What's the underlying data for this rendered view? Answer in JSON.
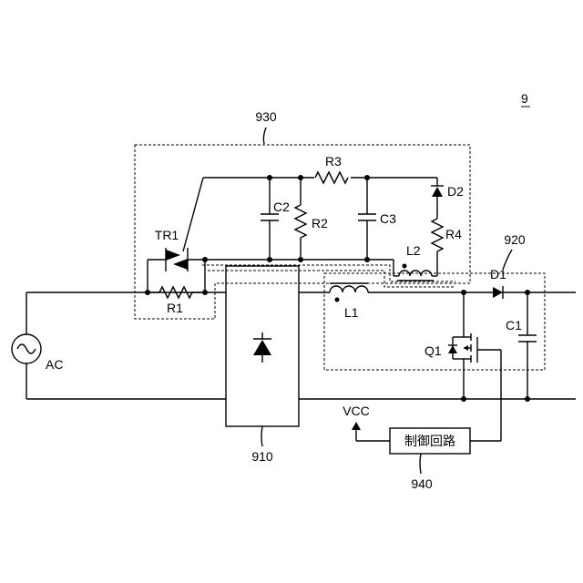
{
  "figure_number": "9",
  "blocks": {
    "rectifier": "910",
    "pfc": "920",
    "snubber": "930",
    "control": "940"
  },
  "control_label": "制御回路",
  "vcc_label": "VCC",
  "source_label": "AC",
  "components": {
    "tr1": "TR1",
    "r1": "R1",
    "r2": "R2",
    "r3": "R3",
    "r4": "R4",
    "c1": "C1",
    "c2": "C2",
    "c3": "C3",
    "d1": "D1",
    "d2": "D2",
    "l1": "L1",
    "l2": "L2",
    "q1": "Q1"
  }
}
